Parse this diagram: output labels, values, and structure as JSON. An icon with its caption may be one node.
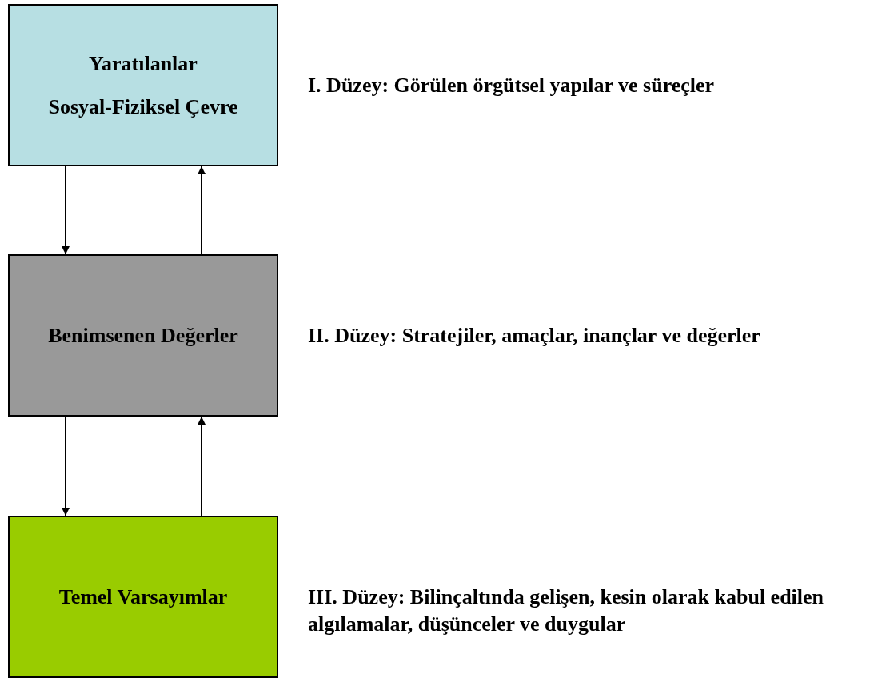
{
  "diagram": {
    "nodes": [
      {
        "text": [
          "Yaratılanlar",
          "Sosyal-Fiziksel Çevre"
        ],
        "beside": [
          "I. Düzey: Görülen örgütsel yapılar ve süreçler"
        ]
      },
      {
        "text": [
          "Benimsenen Değerler"
        ],
        "beside": [
          "II. Düzey: Stratejiler, amaçlar, inançlar ve değerler"
        ]
      },
      {
        "text": [
          "Temel Varsayımlar"
        ],
        "beside": [
          "III. Düzey: Bilinçaltında gelişen, kesin olarak kabul edilen algılamalar, düşünceler ve duygular"
        ]
      }
    ],
    "edges": [
      {
        "from": 0,
        "to": 1,
        "arrow": "to"
      },
      {
        "from": 1,
        "to": 0,
        "arrow": "to"
      },
      {
        "from": 1,
        "to": 2,
        "arrow": "to"
      },
      {
        "from": 2,
        "to": 1,
        "arrow": "to"
      }
    ]
  }
}
